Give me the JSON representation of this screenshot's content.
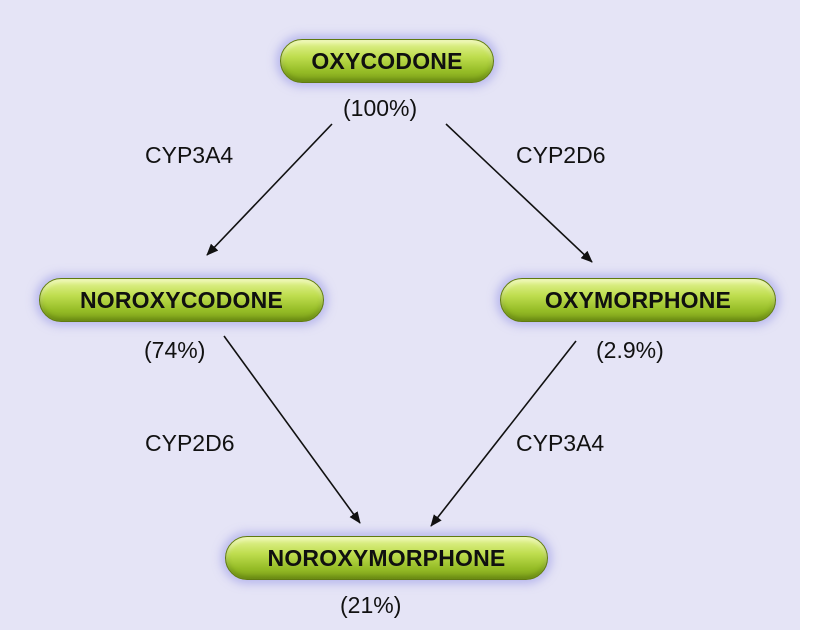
{
  "nodes": {
    "oxycodone": {
      "name": "OXYCODONE",
      "percent": "(100%)"
    },
    "noroxycodone": {
      "name": "NOROXYCODONE",
      "percent": "(74%)"
    },
    "oxymorphone": {
      "name": "OXYMORPHONE",
      "percent": "(2.9%)"
    },
    "noroxymorphone": {
      "name": "NOROXYMORPHONE",
      "percent": "(21%)"
    }
  },
  "edges": {
    "oxycodone_to_noroxycodone": "CYP3A4",
    "oxycodone_to_oxymorphone": "CYP2D6",
    "noroxycodone_to_noroxymorphone": "CYP2D6",
    "oxymorphone_to_noroxymorphone": "CYP3A4"
  },
  "colors": {
    "background": "#e5e4f6",
    "node_fill": "#bedd4e",
    "node_border": "#5f7a10",
    "node_glow": "#9696e6",
    "arrow": "#111111"
  }
}
